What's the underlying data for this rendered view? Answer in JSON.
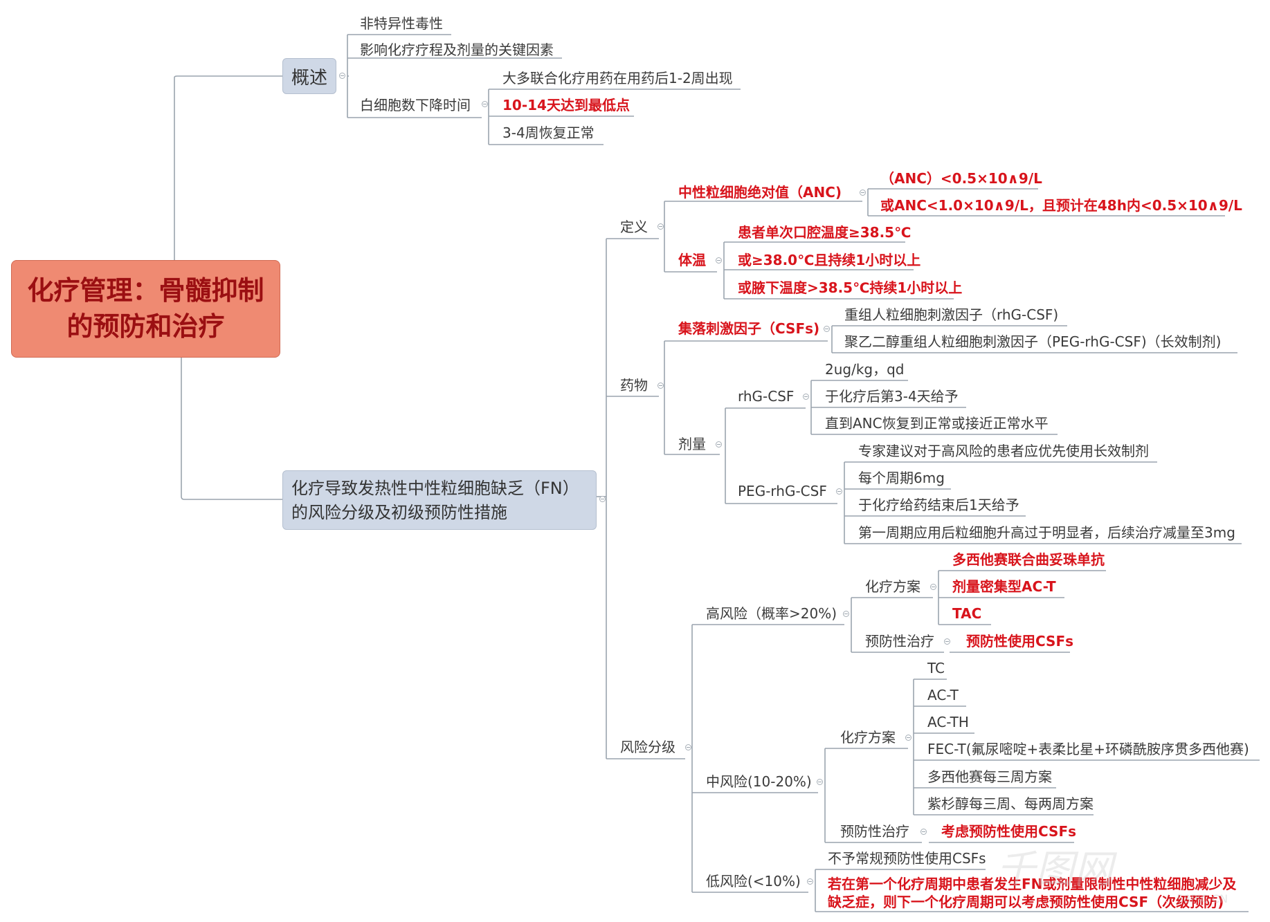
{
  "root": {
    "title": "化疗管理：骨髓抑制的预防和治疗"
  },
  "overview": {
    "label": "概述",
    "items": [
      "非特异性毒性",
      "影响化疗疗程及剂量的关键因素"
    ],
    "wbc": {
      "label": "白细胞数下降时间",
      "items": [
        "大多联合化疗用药在用药后1-2周出现",
        "10-14天达到最低点",
        "3-4周恢复正常"
      ]
    }
  },
  "fn": {
    "label": "化疗导致发热性中性粒细胞缺乏（FN）的风险分级及初级预防性措施",
    "definition": {
      "label": "定义",
      "anc": {
        "label": "中性粒细胞绝对值（ANC)",
        "items": [
          "（ANC）<0.5×10∧9/L",
          "或ANC<1.0×10∧9/L，且预计在48h内<0.5×10∧9/L"
        ]
      },
      "temp": {
        "label": "体温",
        "items": [
          "患者单次口腔温度≥38.5℃",
          "或≥38.0℃且持续1小时以上",
          "或腋下温度>38.5℃持续1小时以上"
        ]
      }
    },
    "drugs": {
      "label": "药物",
      "csf": {
        "label": "集落刺激因子（CSFs)",
        "items": [
          "重组人粒细胞刺激因子（rhG-CSF)",
          "聚乙二醇重组人粒细胞刺激因子（PEG-rhG-CSF)（长效制剂)"
        ]
      },
      "dose": {
        "label": "剂量",
        "rhg": {
          "label": "rhG-CSF",
          "items": [
            "2ug/kg，qd",
            "于化疗后第3-4天给予",
            "直到ANC恢复到正常或接近正常水平"
          ]
        },
        "peg": {
          "label": "PEG-rhG-CSF",
          "items": [
            "专家建议对于高风险的患者应优先使用长效制剂",
            "每个周期6mg",
            "于化疗给药结束后1天给予",
            "第一周期应用后粒细胞升高过于明显者，后续治疗减量至3mg"
          ]
        }
      }
    },
    "risk": {
      "label": "风险分级",
      "high": {
        "label": "高风险（概率>20%)",
        "regimen_label": "化疗方案",
        "regimens": [
          "多西他赛联合曲妥珠单抗",
          "剂量密集型AC-T",
          "TAC"
        ],
        "prevent_label": "预防性治疗",
        "prevent": "预防性使用CSFs"
      },
      "mid": {
        "label": "中风险(10-20%)",
        "regimen_label": "化疗方案",
        "regimens": [
          "TC",
          "AC-T",
          "AC-TH",
          "FEC-T(氟尿嘧啶+表柔比星+环磷酰胺序贯多西他赛)",
          "多西他赛每三周方案",
          "紫杉醇每三周、每两周方案"
        ],
        "prevent_label": "预防性治疗",
        "prevent": "考虑预防性使用CSFs"
      },
      "low": {
        "label": "低风险(<10%)",
        "items": [
          "不予常规预防性使用CSFs",
          "若在第一个化疗周期中患者发生FN或剂量限制性中性粒细胞减少及",
          "缺乏症，则下一个化疗周期可以考虑预防性使用CSF（次级预防)"
        ]
      }
    }
  },
  "watermark": {
    "text": "千图网",
    "sub": "58PIC.CN"
  }
}
